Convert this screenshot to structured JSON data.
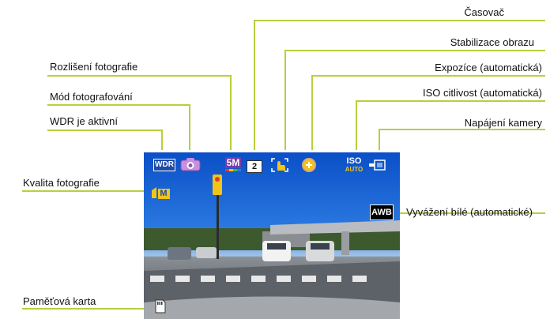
{
  "callouts": {
    "timer": "Časovač",
    "stabilization": "Stabilizace obrazu",
    "exposure": "Expozíce (automatická)",
    "iso": "ISO citlivost (automatická)",
    "power": "Napájení kamery",
    "white_balance": "Vyvážení bílé (automatické)",
    "resolution": "Rozlišení fotografie",
    "photo_mode": "Mód fotografování",
    "wdr": "WDR je aktivní",
    "quality": "Kvalita fotografie",
    "memory_card": "Paměťová karta"
  },
  "icons": {
    "wdr": "WDR",
    "resolution": "5M",
    "timer": "2",
    "iso_top": "ISO",
    "iso_bottom": "AUTO",
    "awb": "AWB",
    "quality": "M"
  },
  "colors": {
    "leader_line": "#b9cf3a",
    "icon_yellow": "#f2c418",
    "icon_purple": "#c88ee0",
    "icon_blue": "#1f4aa8"
  }
}
